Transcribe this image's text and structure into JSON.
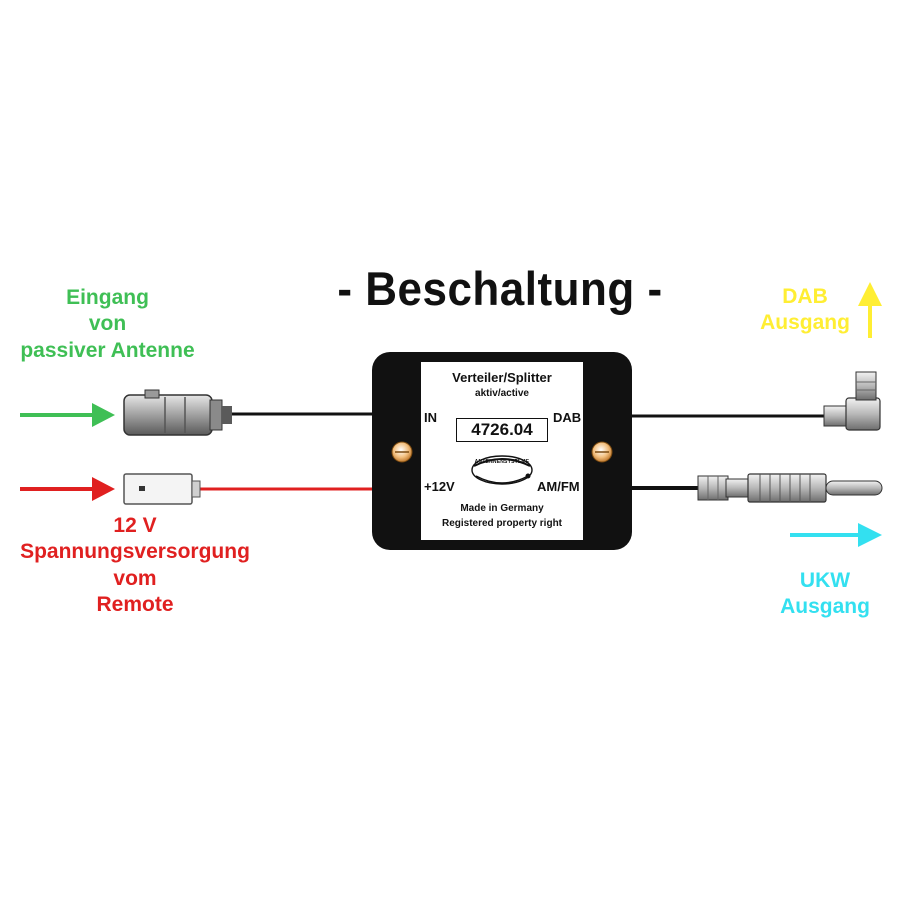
{
  "title": "- Beschaltung -",
  "labels": {
    "input": [
      "Eingang",
      "von",
      "passiver Antenne"
    ],
    "power": [
      "12 V",
      "Spannungsversorgung",
      "vom",
      "Remote"
    ],
    "dab_out": [
      "DAB",
      "Ausgang"
    ],
    "ukw_out": [
      "UKW",
      "Ausgang"
    ]
  },
  "device": {
    "name": "Verteiler/Splitter",
    "subtitle": "aktiv/active",
    "model": "4726.04",
    "brand": "ANTENNENSYSTEME",
    "made_in": "Made in Germany",
    "property": "Registered property right",
    "ports": {
      "in": "IN",
      "dab": "DAB",
      "power": "+12V",
      "amfm": "AM/FM"
    }
  },
  "colors": {
    "input": "#3fbf55",
    "power": "#e02020",
    "dab": "#ffee33",
    "ukw": "#33e0f0",
    "device_body": "#111111",
    "label_plate": "#ffffff"
  },
  "icons": {
    "input_arrow": "arrow-right-icon",
    "power_arrow": "arrow-right-icon",
    "dab_arrow": "arrow-up-icon",
    "ukw_arrow": "arrow-right-icon"
  }
}
